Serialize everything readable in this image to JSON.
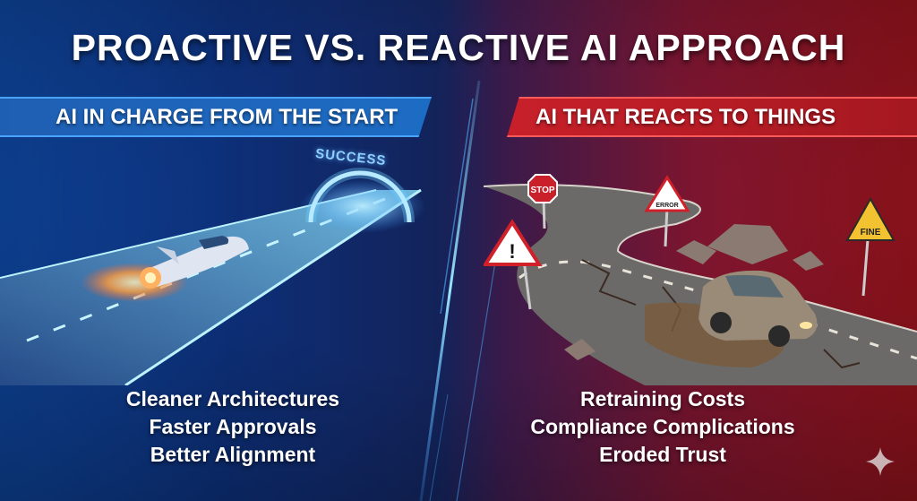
{
  "title": "PROACTIVE VS. REACTIVE AI APPROACH",
  "left_panel": {
    "banner": "AI IN CHARGE FROM THE START",
    "illustration_label": "SUCCESS",
    "benefits": [
      "Cleaner Architectures",
      "Faster Approvals",
      "Better Alignment"
    ],
    "accent_color": "#1d6cc4"
  },
  "right_panel": {
    "banner": "AI THAT REACTS TO THINGS",
    "signs": [
      "STOP",
      "ERROR",
      "FINE"
    ],
    "drawbacks": [
      "Retraining Costs",
      "Compliance Complications",
      "Eroded Trust"
    ],
    "accent_color": "#c8202a"
  },
  "watermark_icon": "sparkle-icon"
}
